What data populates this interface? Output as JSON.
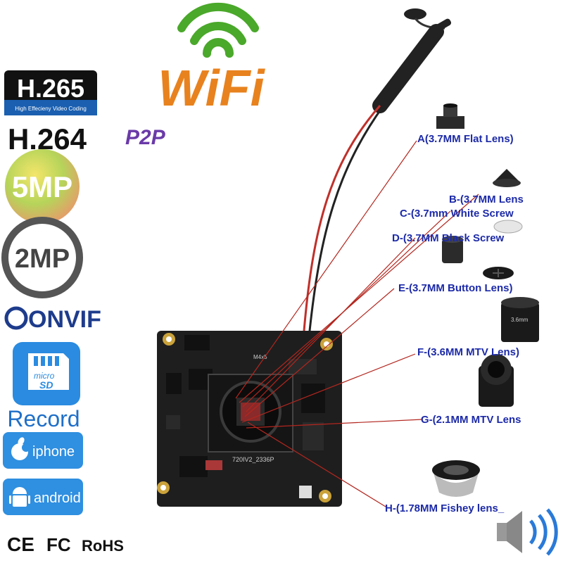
{
  "badges": {
    "h265_title": "H.265",
    "h265_subtitle": "High Effecieny Video Coding",
    "h264": "H.264",
    "wifi": "WiFi",
    "p2p": "P2P",
    "mp5": "5MP",
    "mp2": "2MP",
    "onvif": "ONVIF",
    "micro": "micro",
    "sd": "SD",
    "record": "Record",
    "iphone": "iphone",
    "android": "android",
    "ce": "CE",
    "fc": "FC",
    "rohs": "RoHS"
  },
  "board": {
    "model_text": "720IV2_2336P",
    "top_text": "M4x5"
  },
  "lenses": [
    {
      "label": "A(3.7MM Flat Lens)"
    },
    {
      "label": "B-(3.7MM Lens"
    },
    {
      "label": "C-(3.7mm White Screw"
    },
    {
      "label": "D-(3.7MM  Black Screw"
    },
    {
      "label": "E-(3.7MM Button Lens)"
    },
    {
      "label": "F-(3.6MM MTV Lens)"
    },
    {
      "label": "G-(2.1MM MTV Lens"
    },
    {
      "label": "H-(1.78MM Fishey lens_"
    }
  ],
  "lens_mark": "3.6mm",
  "colors": {
    "label_blue": "#1c2aa8",
    "wifi_orange": "#e8821e",
    "wifi_green": "#4aa82a",
    "board": "#1e1e1e",
    "app_blue": "#2f8fe0",
    "record_blue": "#1f6fc8",
    "pointer_red": "#b3261e"
  }
}
